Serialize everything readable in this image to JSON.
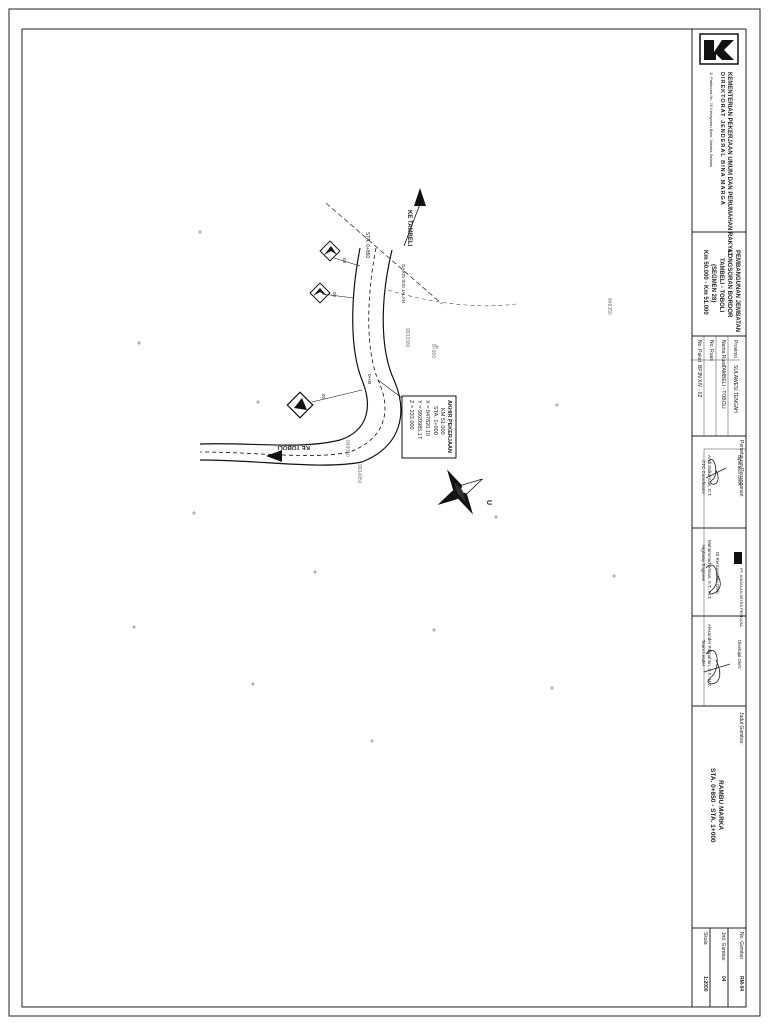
{
  "title_block": {
    "ministry_line1": "KEMENTERIAN PEKERJAAN UMUM DAN PERUMAHAN RAKYAT",
    "ministry_line2": "DIREKTORAT JENDERAL BINA MARGA",
    "ministry_address": "Jl. Pattimura No. 20 Kebayoran Baru, Jakarta Selatan",
    "project": {
      "line1": "PEMBANGUNAN JEMBATAN",
      "line2": "LONGSORAN BORDOR",
      "line3": "TAMBELI - TOBOLI",
      "line4": "(SEGMEN 28)",
      "line5": "Km 50.000 - Km 51.000"
    },
    "info": [
      {
        "label": "No. Paket",
        "value": "BPJN XIV - 02"
      },
      {
        "label": "No. Ruas",
        "value": ""
      },
      {
        "label": "Nama Ruas",
        "value": "TAMBELI - TOBOLI"
      },
      {
        "label": "Provinsi",
        "value": "SULAWESI TENGAH"
      }
    ],
    "approval_header": "Persetujuan Penanganan",
    "checked_by": {
      "label": "Diperiksa Oleh:",
      "name": "Andi Zulkarnain, S.T.",
      "role": "CTC Coordinator"
    },
    "drawn_by": {
      "label": "Di Rencanakan Oleh:",
      "company": "PT. ANDALAN MITRA PERKASA",
      "name": "Muhammad Ikhsan, S.T., M.T.",
      "role": "Highway Engineer"
    },
    "approved_by": {
      "label": "Disetujui Oleh:",
      "name": "Alexander Pakpahan, S.T., M.T.",
      "role": "Team Leader"
    },
    "drawing_title_label": "Judul Gambar:",
    "drawing_title": "RAMBU MARKA",
    "drawing_subtitle": "STA. 0+850 - STA. 1+000",
    "drawing_no_label": "No. Gambar",
    "drawing_no": "RM-04",
    "sheet_count_label": "Jml. Gambar",
    "sheet_count": "04",
    "scale_label": "Skala",
    "scale": "1:2000"
  },
  "plan": {
    "destination_north": "KE TAMBELI",
    "destination_west": "KE TOBOLI",
    "station_start": "STA. 0+850",
    "station_mid": "STA. 0+900",
    "station_end": "STA. 1+000",
    "grid_label_1": "9933380",
    "grid_label_2": "849350",
    "grid_label_3": "849050",
    "grid_label_4": "9934950",
    "grid_label_5": "8+900",
    "marker_label": "0+00",
    "marker_side_label": "GARIS SISI JALAN",
    "sign_labels": [
      "03",
      "03",
      "02"
    ],
    "endpoint_box": {
      "title": "AKHIR PEKERJAAN",
      "km": "KM 51.000",
      "sta": "STA. 1+000",
      "x": "X = 847820.10",
      "y": "Y = 9920985.17",
      "z": "Z = 233.000"
    },
    "north_label": "U"
  },
  "colors": {
    "line": "#111111",
    "border": "#222222"
  }
}
